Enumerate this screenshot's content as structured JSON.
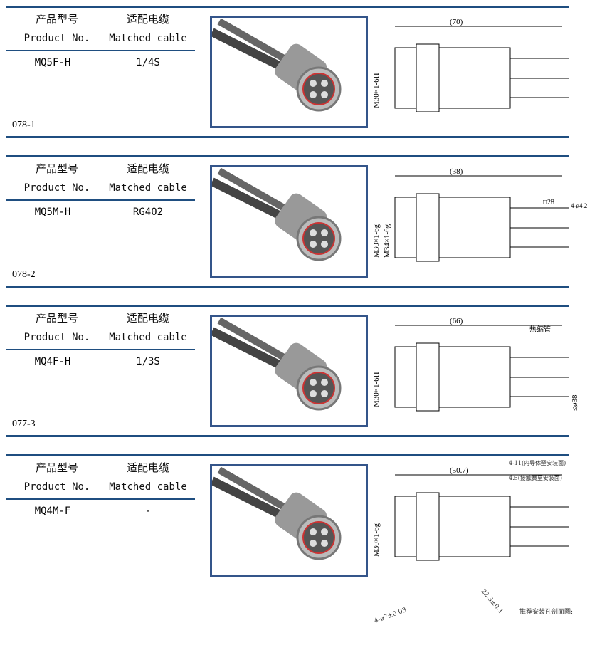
{
  "headers": {
    "model_cn": "产品型号",
    "cable_cn": "适配电缆",
    "model_en": "Product No.",
    "cable_en": "Matched cable"
  },
  "products": [
    {
      "model": "MQ5F-H",
      "cable": "1/4S",
      "code": "078-1",
      "drawing": {
        "length": "(70)",
        "thread": "M30×1-6H"
      }
    },
    {
      "model": "MQ5M-H",
      "cable": "RG402",
      "code": "078-2",
      "drawing": {
        "length": "(38)",
        "thread": "M30×1-6g",
        "thread2": "M34×1-6g",
        "square": "□28",
        "holes": "4-ø4.2"
      }
    },
    {
      "model": "MQ4F-H",
      "cable": "1/3S",
      "code": "077-3",
      "drawing": {
        "length": "(66)",
        "thread": "M30×1-6H",
        "sleeve": "热缩管",
        "dia": "≤ø38"
      }
    },
    {
      "model": "MQ4M-F",
      "cable": "-",
      "code": "",
      "drawing": {
        "length": "(50.7)",
        "thread": "M30×1-6g",
        "note1": "4-11(内导体至安装面)",
        "note2": "4.5(接触簧至安装面)",
        "hole_title": "推荐安装孔剖面图:",
        "hole_dia": "4-ø7±0.03",
        "pitch": "22.3±0.1"
      }
    }
  ],
  "colors": {
    "rule": "#1f4e80",
    "frame": "#34558a"
  }
}
